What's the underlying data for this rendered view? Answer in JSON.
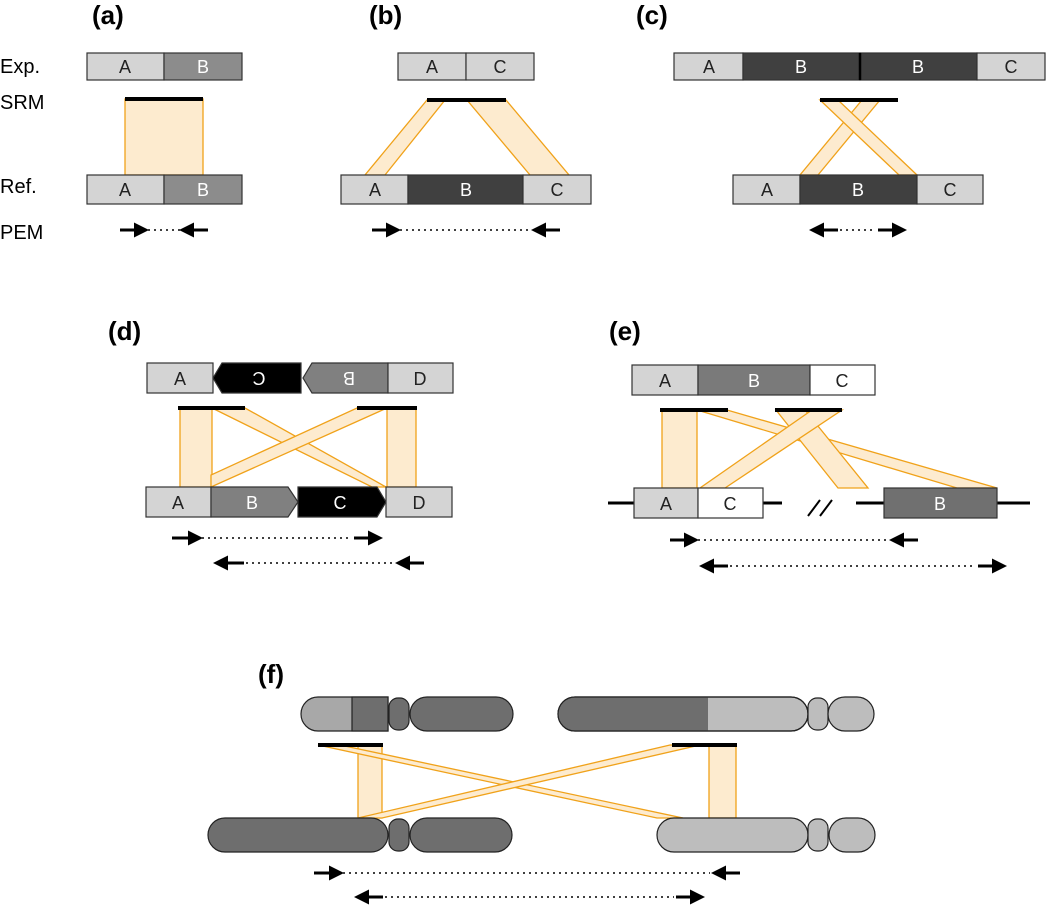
{
  "panels": {
    "a": "(a)",
    "b": "(b)",
    "c": "(c)",
    "d": "(d)",
    "e": "(e)",
    "f": "(f)"
  },
  "row_labels": {
    "exp": "Exp.",
    "srm": "SRM",
    "ref": "Ref.",
    "pem": "PEM"
  },
  "segments": {
    "A": "A",
    "B": "B",
    "C": "C",
    "D": "D"
  },
  "colors": {
    "light_gray": "#d4d4d4",
    "mid_gray": "#808080",
    "dark_gray": "#404040",
    "black": "#000000",
    "white": "#ffffff",
    "band_fill": "#fdebcf",
    "band_stroke": "#f0a21a"
  }
}
